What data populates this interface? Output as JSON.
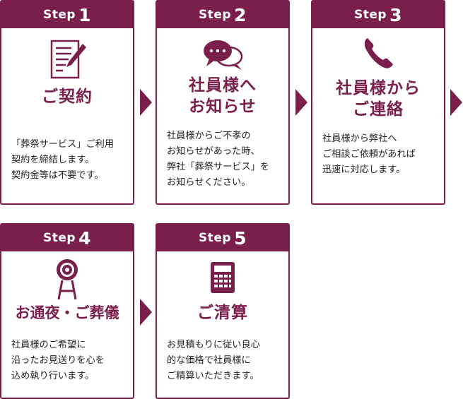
{
  "colors": {
    "accent": "#7a1f4b",
    "text": "#222222"
  },
  "steps": [
    {
      "step": "Step",
      "num": "1",
      "icon": "document-pen-icon",
      "title": "ご契約",
      "body": "「葬祭サービス」ご利用\n契約を締結します。\n契約金等は不要です。"
    },
    {
      "step": "Step",
      "num": "2",
      "icon": "speech-bubbles-icon",
      "title": "社員様へ\nお知らせ",
      "body": "社員様からご不孝の\nお知らせがあった時、\n弊社「葬祭サービス」を\nお知らせください。"
    },
    {
      "step": "Step",
      "num": "3",
      "icon": "phone-icon",
      "title": "社員様から\nご連絡",
      "body": "社員様から弊社へ\nご相談ご依頼があれば\n迅速に対応します。"
    },
    {
      "step": "Step",
      "num": "4",
      "icon": "funeral-wreath-icon",
      "title": "お通夜・ご葬儀",
      "body": "社員様のご希望に\n沿ったお見送りを心を\n込め執り行います。"
    },
    {
      "step": "Step",
      "num": "5",
      "icon": "calculator-icon",
      "title": "ご清算",
      "body": "お見積もりに従い良心\n的な価格で社員様に\nご精算いただきます。"
    }
  ]
}
